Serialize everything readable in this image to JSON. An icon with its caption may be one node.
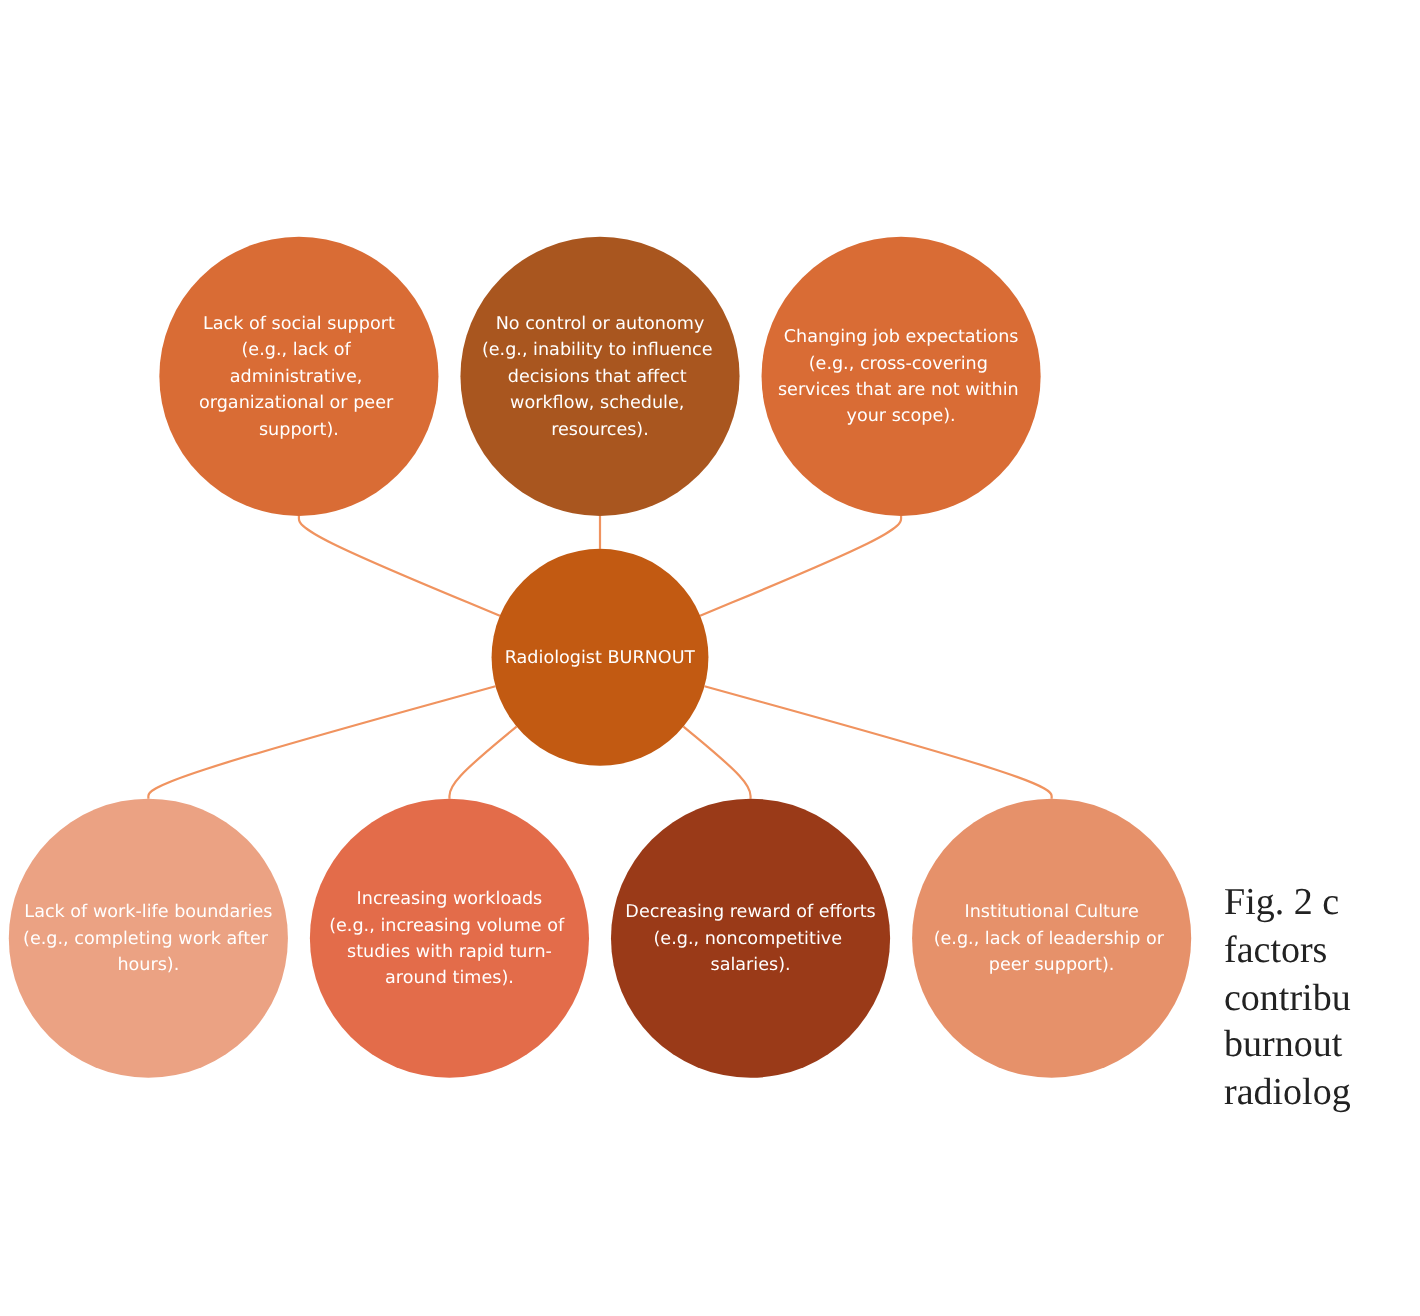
{
  "diagram": {
    "caption": "Fig. 2 c factors contribu burnout radiolog",
    "nodes": [
      {
        "text": [
          "No control or autonomy",
          "(e.g., inability to influence decisions that affect workflow, schedule, resources)."
        ]
      },
      {
        "text": [
          "Lack of social support",
          "(e.g., lack of administrative, organizational or peer support)."
        ]
      },
      {
        "text": [
          "Changing job expectations",
          "(e.g., cross-covering services that are not within your scope)."
        ]
      },
      {
        "text": [
          "Lack of work-life boundaries",
          "(e.g., completing work after hours)."
        ]
      },
      {
        "text": [
          "Radiologist BURNOUT"
        ]
      },
      {
        "text": [
          "Institutional Culture",
          "(e.g., lack of leadership or peer support)."
        ]
      },
      {
        "text": [
          "Increasing workloads",
          "(e.g., increasing volume of studies with rapid turn-around times)."
        ]
      },
      {
        "text": [
          "Decreasing reward of efforts",
          "(e.g., noncompetitive salaries)."
        ]
      }
    ],
    "edges": [
      {
        "from": 1,
        "to": 4,
        "arrow": "none"
      },
      {
        "from": 0,
        "to": 4,
        "arrow": "none"
      },
      {
        "from": 2,
        "to": 4,
        "arrow": "none"
      },
      {
        "from": 4,
        "to": 3,
        "arrow": "none"
      },
      {
        "from": 4,
        "to": 6,
        "arrow": "none"
      },
      {
        "from": 4,
        "to": 7,
        "arrow": "none"
      },
      {
        "from": 4,
        "to": 5,
        "arrow": "none"
      }
    ]
  }
}
